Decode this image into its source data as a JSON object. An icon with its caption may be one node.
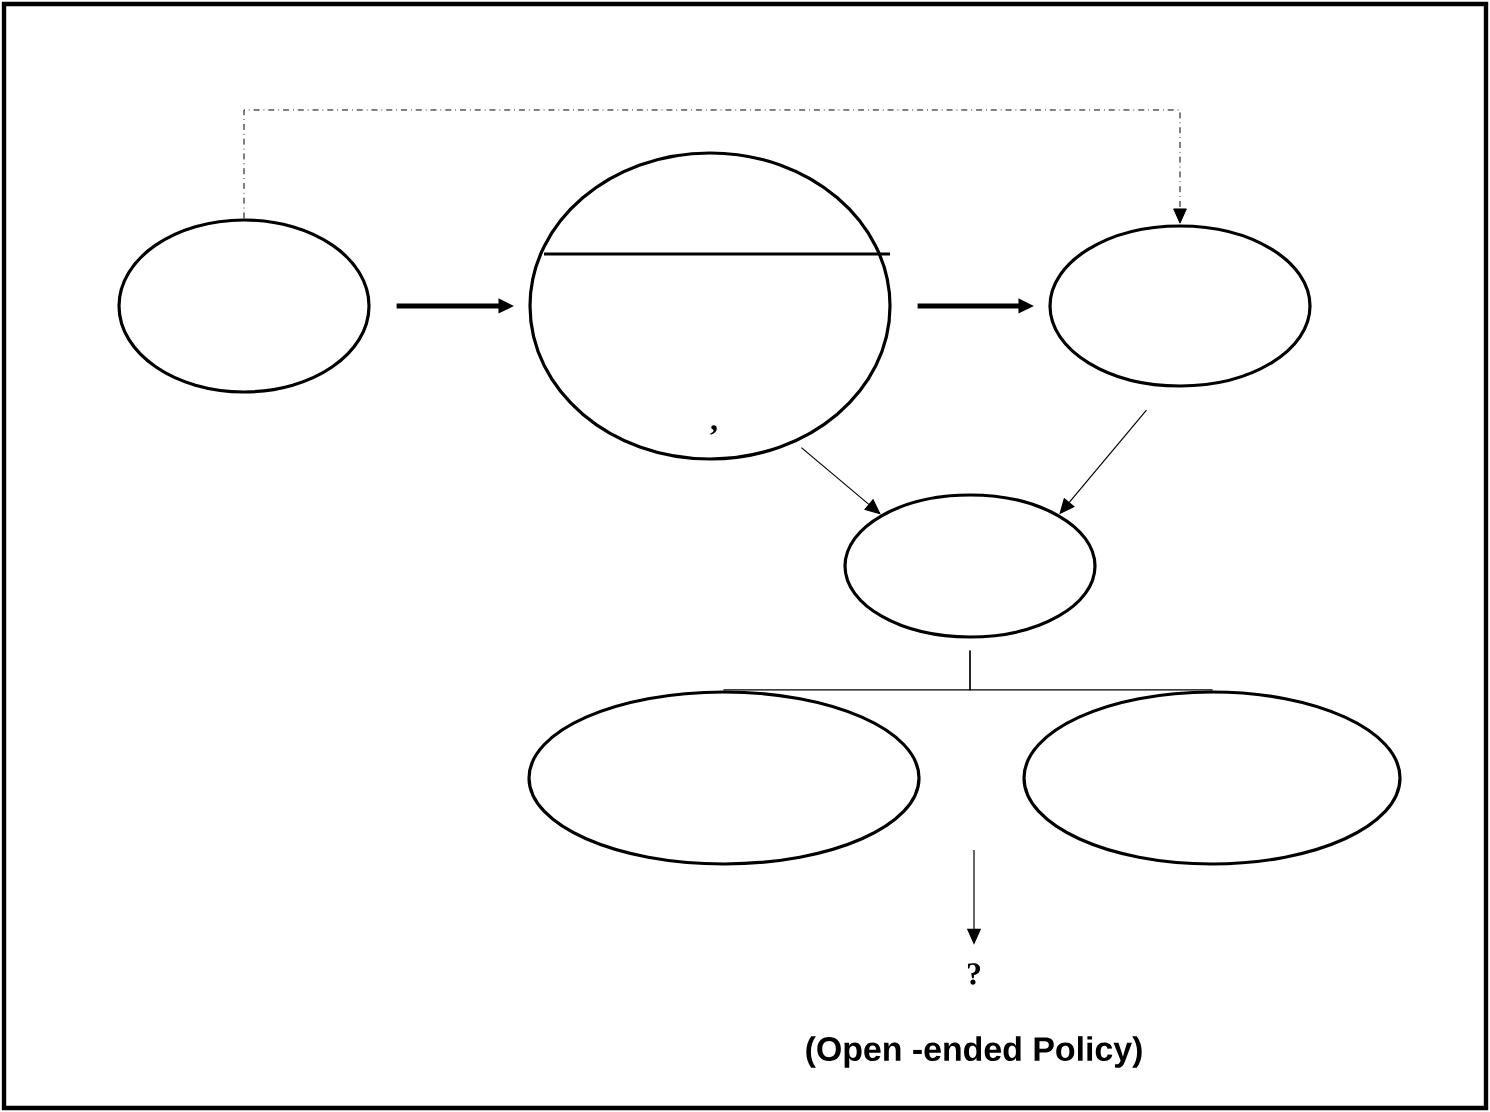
{
  "diagram": {
    "nodes": [
      {
        "text": [],
        "shape": "ellipse"
      },
      {
        "text": [
          ","
        ]
      },
      {
        "text": [],
        "shape": "ellipse"
      },
      {
        "text": [],
        "shape": "ellipse"
      },
      {
        "text": [],
        "shape": "ellipse"
      },
      {
        "text": [],
        "shape": "ellipse"
      },
      {
        "text": [
          "?"
        ]
      }
    ],
    "edges": [
      {
        "from": 0,
        "to": 2,
        "arrow": "to",
        "style": "dashed"
      },
      {
        "from": 0,
        "to": 1,
        "arrow": "to",
        "style": "thick"
      },
      {
        "from": 1,
        "to": 2,
        "arrow": "to",
        "style": "thick"
      },
      {
        "from": 1,
        "to": 3,
        "arrow": "to"
      },
      {
        "from": 2,
        "to": 3,
        "arrow": "to"
      },
      {
        "from": 3,
        "to": 4,
        "arrow": "none"
      },
      {
        "from": 3,
        "to": 5,
        "arrow": "none"
      },
      {
        "from": null,
        "to": 6,
        "arrow": "to"
      }
    ],
    "labels": [
      "(Open -ended Policy)"
    ]
  }
}
